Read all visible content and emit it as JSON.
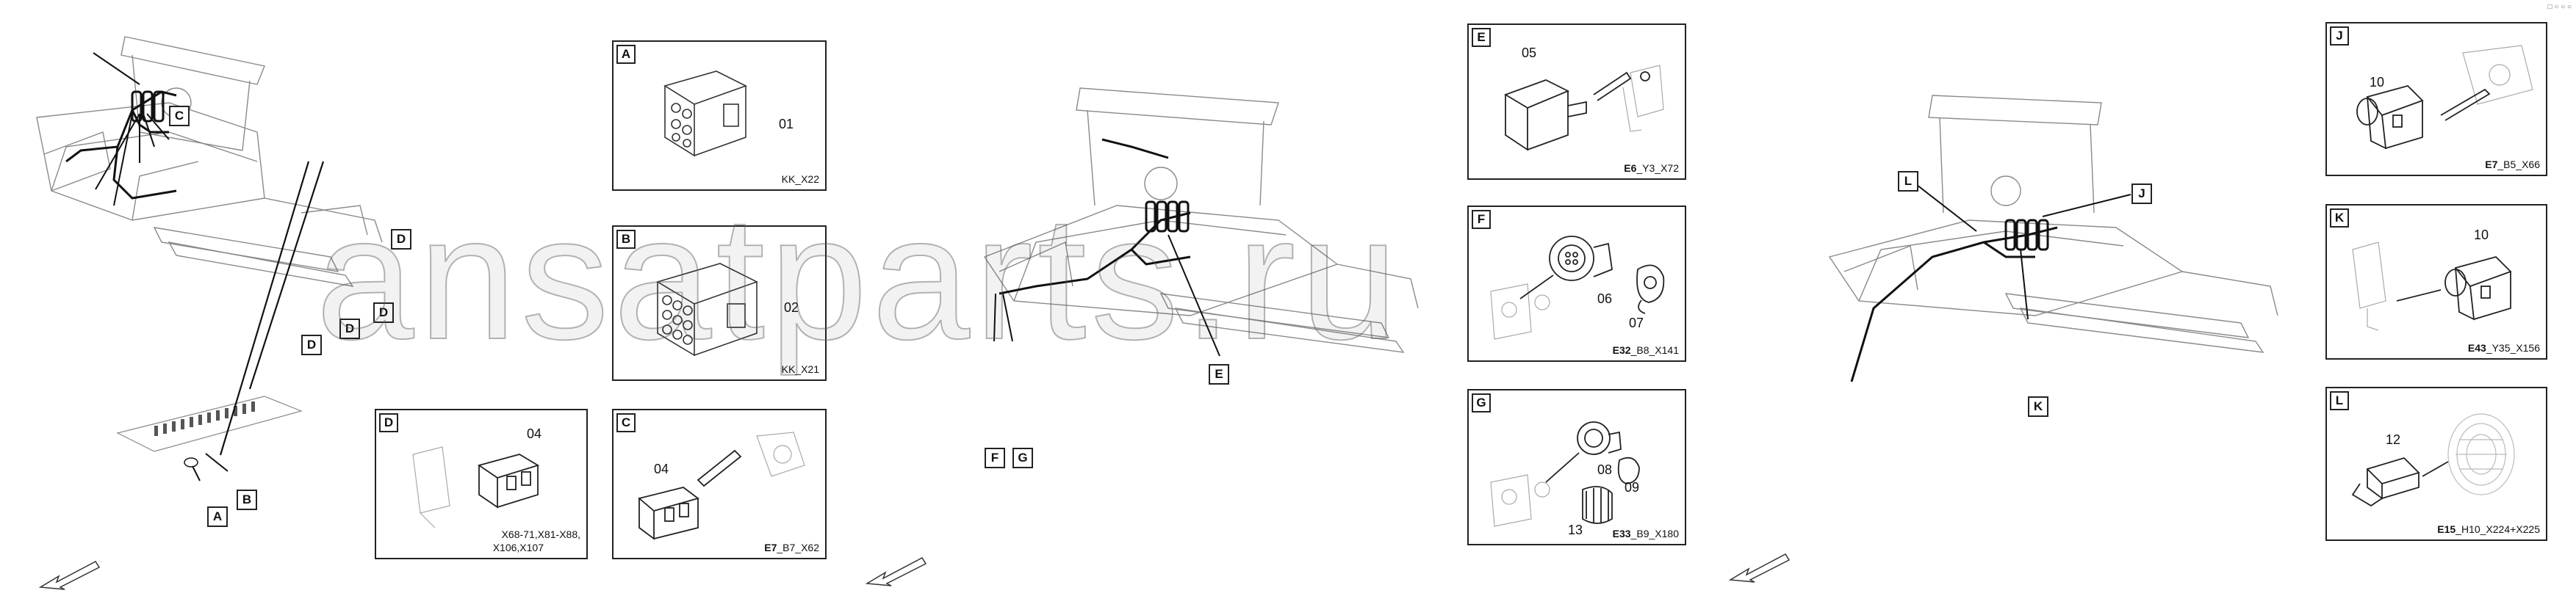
{
  "watermark": "ansatparts.ru",
  "corner_marks": "□ ○ ○ ○",
  "panels": {
    "A": {
      "label": "A",
      "part": "01",
      "code": "KK_X22"
    },
    "B": {
      "label": "B",
      "part": "02",
      "code": "KK_X21"
    },
    "C": {
      "label": "C",
      "part": "04",
      "code_bold": "E7",
      "code": "_B7_X62"
    },
    "D": {
      "label": "D",
      "part": "04",
      "code_line1": "X68-71,X81-X88,",
      "code_line2": "X106,X107"
    },
    "E": {
      "label": "E",
      "part": "05",
      "code_bold": "E6",
      "code": "_Y3_X72"
    },
    "F": {
      "label": "F",
      "part1": "06",
      "part2": "07",
      "code_bold": "E32",
      "code": "_B8_X141"
    },
    "G": {
      "label": "G",
      "part1": "08",
      "part2": "09",
      "part3": "13",
      "code_bold": "E33",
      "code": "_B9_X180"
    },
    "J": {
      "label": "J",
      "part": "10",
      "code_bold": "E7",
      "code": "_B5_X66"
    },
    "K": {
      "label": "K",
      "part": "10",
      "code_bold": "E43",
      "code": "_Y35_X156"
    },
    "L": {
      "label": "L",
      "part": "12",
      "code_bold": "E15",
      "code": "_H10_X224+X225"
    }
  },
  "callouts": {
    "view1": [
      "C",
      "D",
      "D",
      "D",
      "D",
      "B",
      "A"
    ],
    "view2": [
      "E",
      "F",
      "G"
    ],
    "view3": [
      "L",
      "J",
      "K"
    ]
  }
}
